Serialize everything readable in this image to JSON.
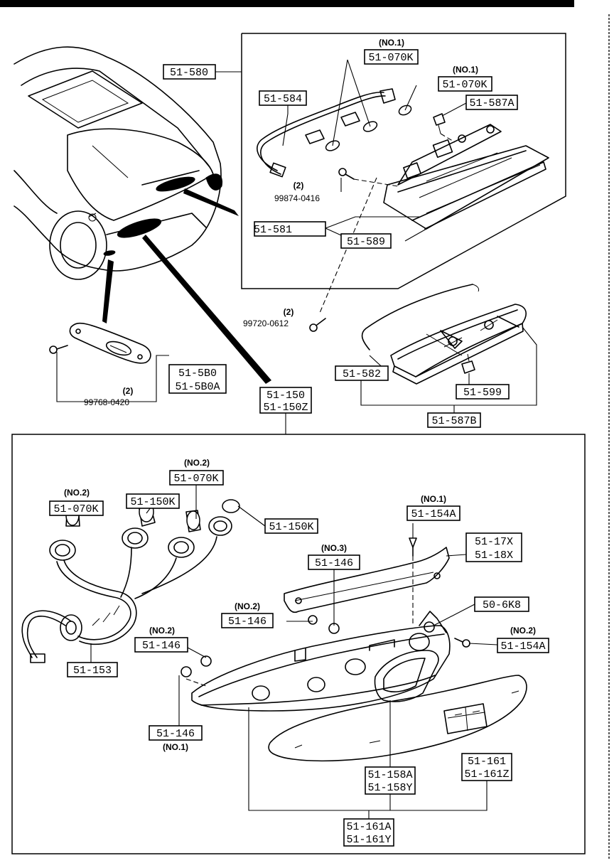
{
  "labels": {
    "high_mount_assembly": "51-580",
    "bulb_no1_top": "51-070K",
    "bulb_no1_top_note": "(NO.1)",
    "bulb_no1_side": "51-070K",
    "bulb_no1_side_note": "(NO.1)",
    "wiring_high_mount": "51-584",
    "cap_nut": "51-587A",
    "screw_upper_qty": "(2)",
    "screw_upper_pn": "99874-0416",
    "lens_high_mount": "51-581",
    "gasket_high_mount": "51-589",
    "screw_mid_qty": "(2)",
    "screw_mid_pn": "99720-0612",
    "seal_strip": "51-582",
    "grommet_spoiler": "51-599",
    "spoiler_cover": "51-587B",
    "side_marker_r": "51-5B0",
    "side_marker_l": "51-5B0A",
    "screw_marker_qty": "(2)",
    "screw_marker_pn": "99768-0420",
    "rear_lamp_r": "51-150",
    "rear_lamp_l": "51-150Z",
    "bulb_no2_left": "51-070K",
    "bulb_no2_left_note": "(NO.2)",
    "bulb_150k_a": "51-150K",
    "bulb_no2_mid": "51-070K",
    "bulb_no2_mid_note": "(NO.2)",
    "bulb_150k_b": "51-150K",
    "screw_154a_top": "51-154A",
    "screw_154a_top_note": "(NO.1)",
    "bracket_r": "51-17X",
    "bracket_l": "51-18X",
    "nut_no3": "51-146",
    "nut_no3_note": "(NO.3)",
    "nut_no2_a": "51-146",
    "nut_no2_a_note": "(NO.2)",
    "clip_6k8": "50-6K8",
    "nut_no2_b": "51-146",
    "nut_no2_b_note": "(NO.2)",
    "screw_154a_right": "51-154A",
    "screw_154a_right_note": "(NO.2)",
    "socket_harness": "51-153",
    "nut_no1": "51-146",
    "nut_no1_note": "(NO.1)",
    "gasket_158a": "51-158A",
    "gasket_158y": "51-158Y",
    "lens_161": "51-161",
    "lens_161z": "51-161Z",
    "lamp_body_161a": "51-161A",
    "lamp_body_161y": "51-161Y"
  },
  "icons": [
    "car-rear-icon",
    "bulb-icon",
    "socket-icon",
    "screw-icon",
    "nut-icon",
    "lamp-housing-icon",
    "lamp-lens-icon",
    "spoiler-icon"
  ]
}
